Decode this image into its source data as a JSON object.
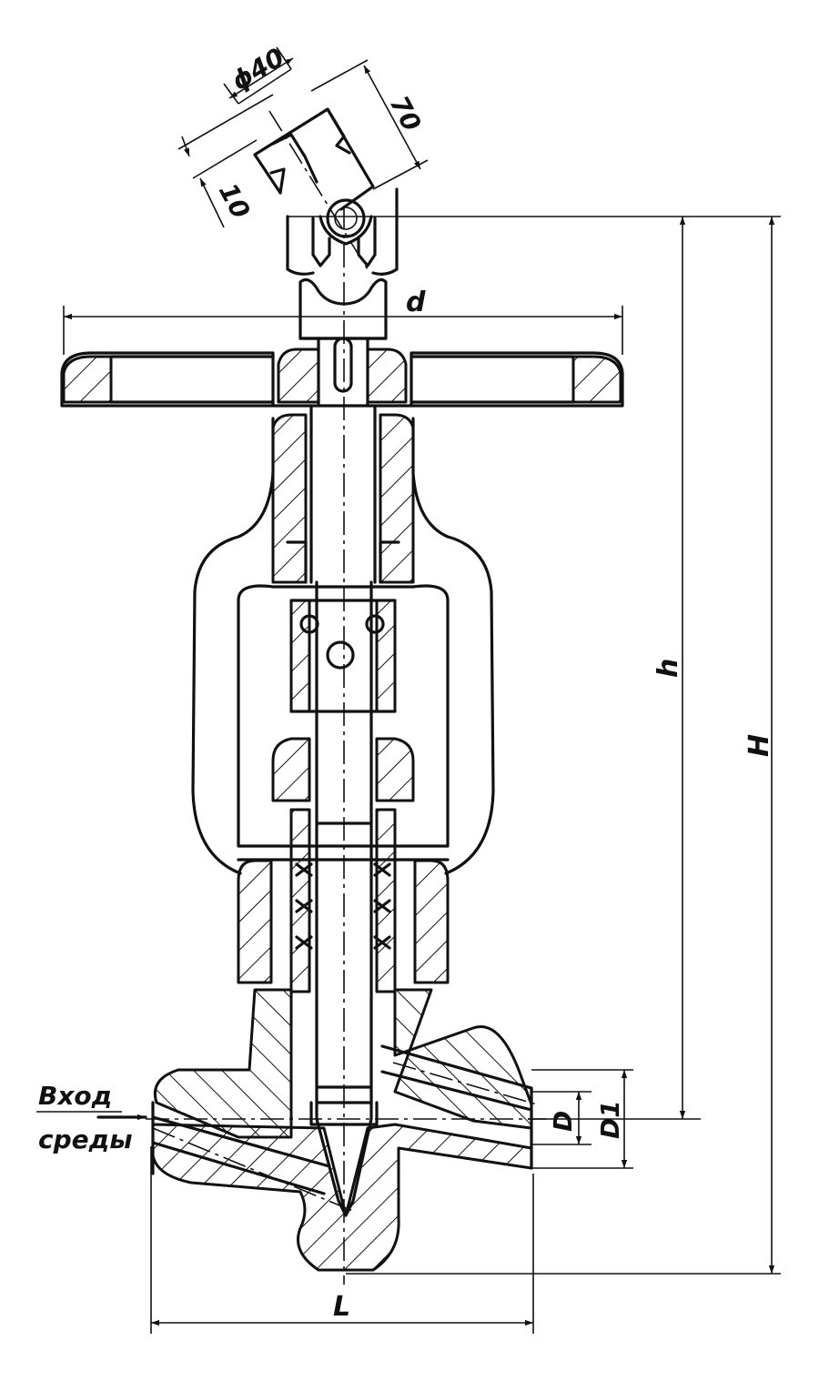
{
  "drawing": {
    "dimensions": {
      "phi40": "ϕ40",
      "d70": "70",
      "d10": "10",
      "d": "d",
      "h": "h",
      "H": "H",
      "D": "D",
      "D1": "D1",
      "L": "L"
    },
    "inlet": {
      "line1": "Вход",
      "line2": "среды"
    }
  }
}
